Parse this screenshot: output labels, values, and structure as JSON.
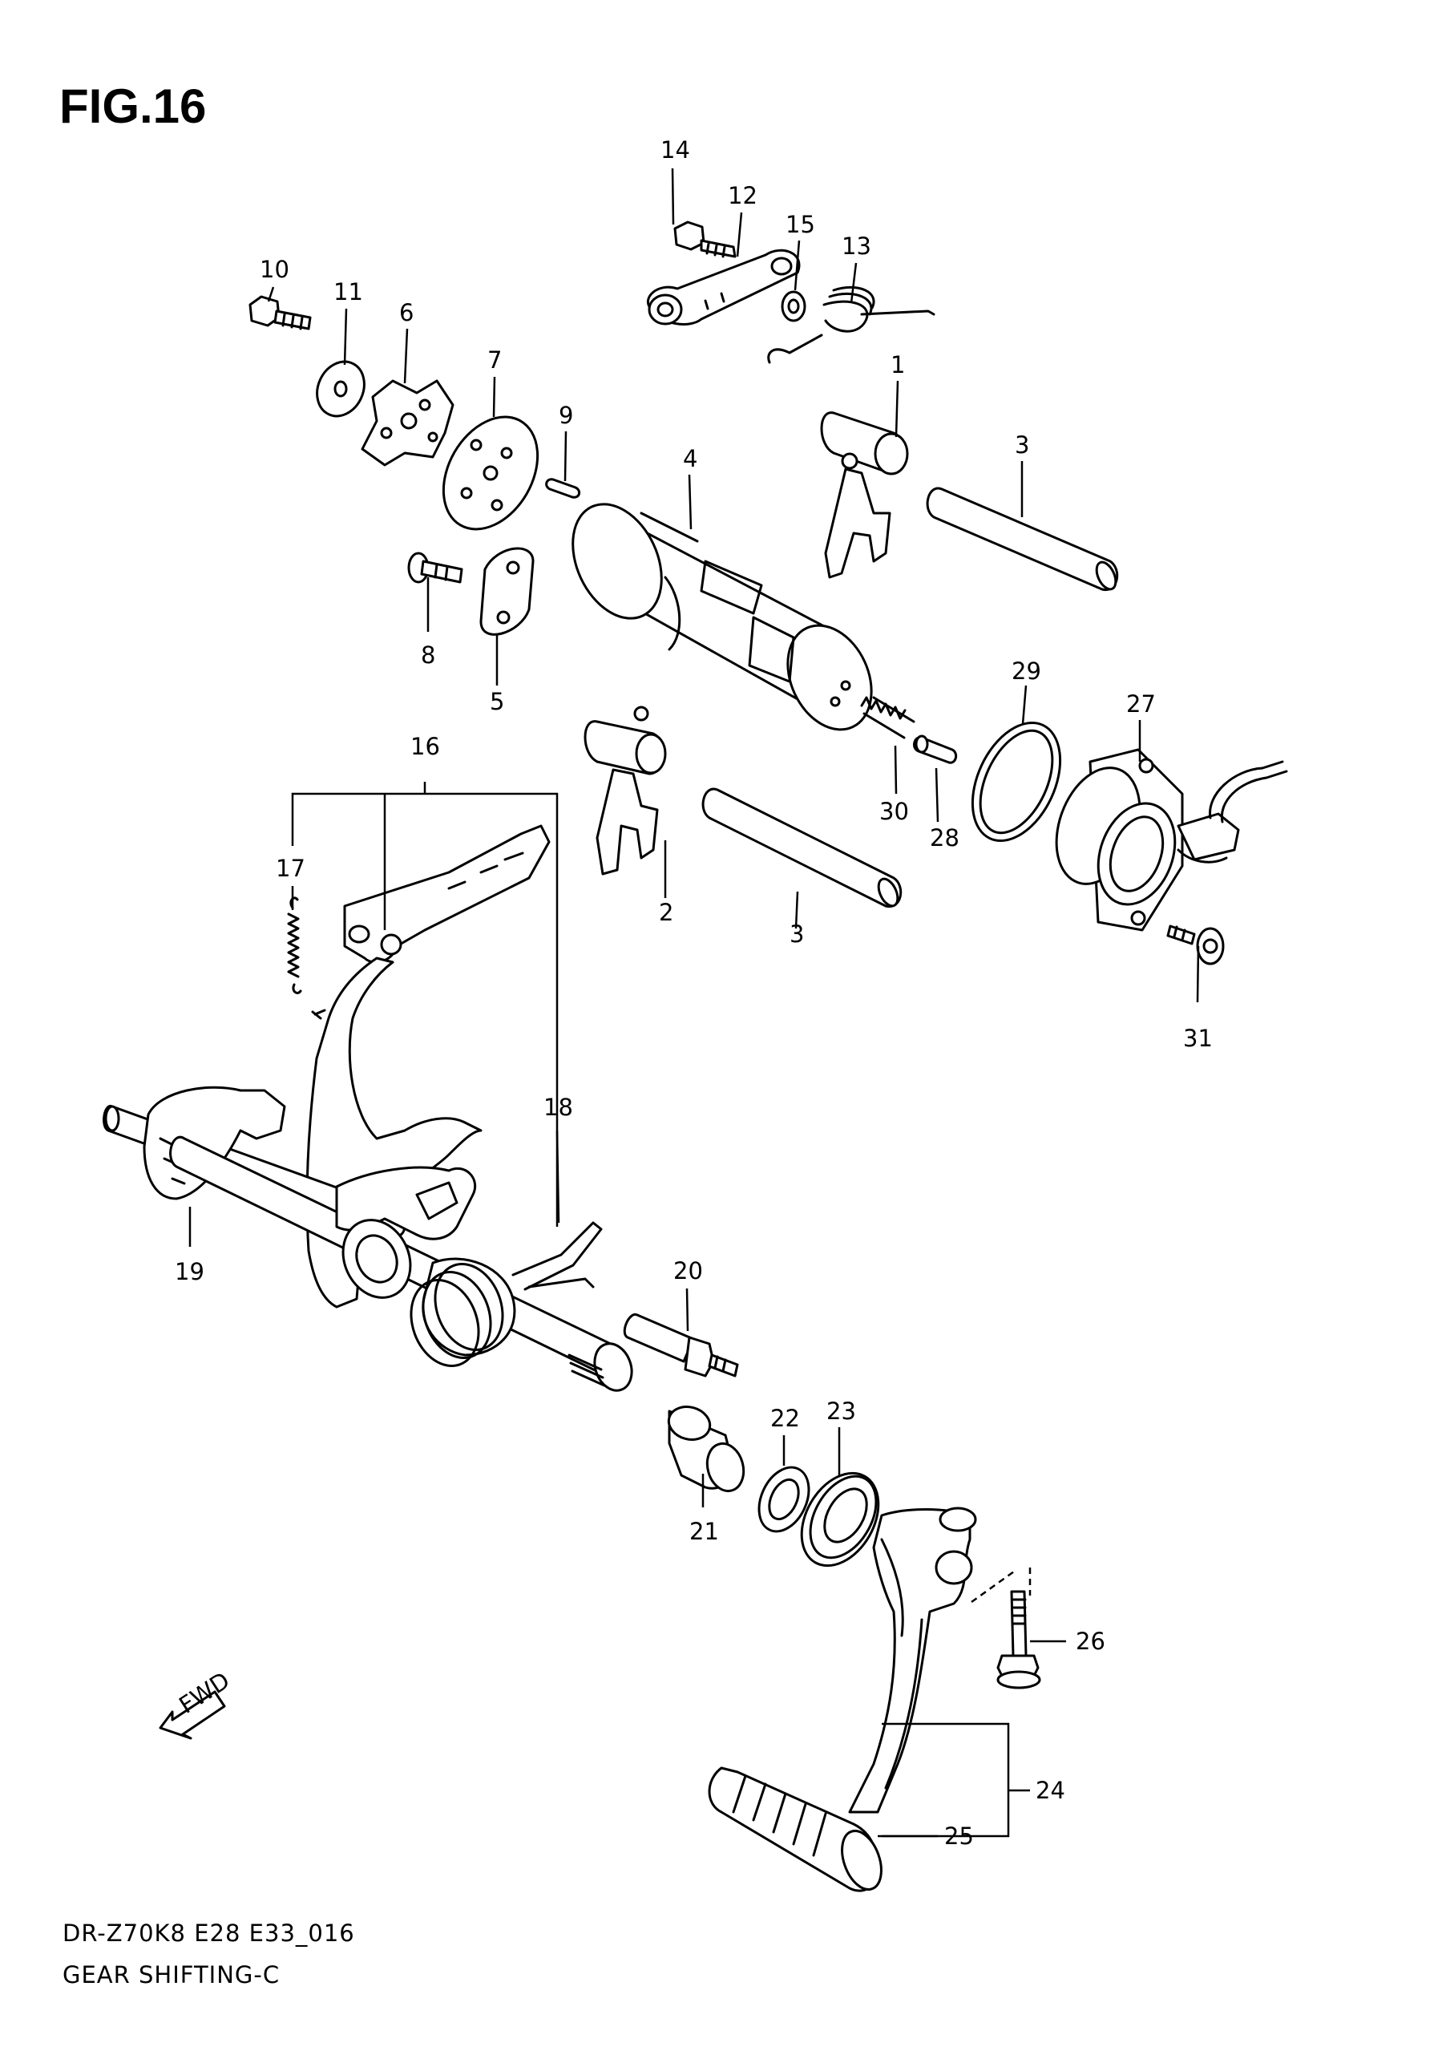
{
  "figure_title": "FIG.16",
  "footer": {
    "code": "DR-Z70K8 E28 E33_016",
    "name": "GEAR SHIFTING-C"
  },
  "fwd_label": "FWD",
  "callouts": [
    "1",
    "2",
    "3",
    "3",
    "4",
    "5",
    "6",
    "7",
    "8",
    "9",
    "10",
    "11",
    "12",
    "13",
    "14",
    "15",
    "16",
    "17",
    "18",
    "19",
    "20",
    "21",
    "22",
    "23",
    "24",
    "25",
    "26",
    "27",
    "28",
    "29",
    "30",
    "31"
  ]
}
